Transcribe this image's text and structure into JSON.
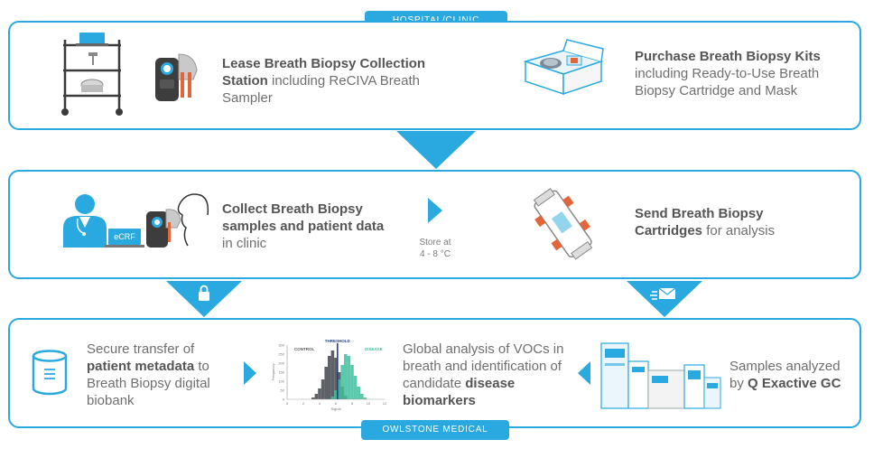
{
  "tags": {
    "top": "HOSPITAL/CLINIC",
    "bottom": "OWLSTONE MEDICAL"
  },
  "row1": {
    "left": {
      "bold": "Lease Breath Biopsy Collection Station",
      "rest": " including ReCIVA Breath Sampler"
    },
    "right": {
      "bold": "Purchase Breath Biopsy Kits",
      "rest": " including Ready-to-Use Breath Biopsy Cartridge and Mask"
    }
  },
  "row2": {
    "left": {
      "bold": "Collect Breath Biopsy samples and patient data",
      "rest": " in clinic",
      "ecrf_label": "eCRF"
    },
    "store": [
      "Store at",
      "4 - 8 °C"
    ],
    "right": {
      "bold": "Send Breath Biopsy Cartridges",
      "rest": " for analysis"
    }
  },
  "row3": {
    "item1": {
      "pre": "Secure transfer of ",
      "bold": "patient metadata",
      "post": " to Breath Biopsy digital biobank"
    },
    "item2": {
      "pre": "Global analysis of VOCs in breath and identification of candidate ",
      "bold": "disease biomarkers",
      "post": ""
    },
    "item3": {
      "pre": "Samples analyzed by ",
      "bold": "Q Exactive GC",
      "post": ""
    }
  },
  "chart_data": {
    "type": "histogram",
    "xlabel": "Signal",
    "ylabel": "Frequency",
    "x_ticks": [
      "0",
      "2",
      "4",
      "6",
      "8",
      "10",
      "12"
    ],
    "y_ticks": [
      "300",
      "250",
      "200",
      "150",
      "100",
      "50",
      "0"
    ],
    "labels": {
      "left": "CONTROL",
      "right": "DISEASE",
      "threshold": "THRESHOLD"
    },
    "series": [
      {
        "name": "CONTROL",
        "color": "#555a60",
        "x": [
          3.2,
          3.6,
          4.0,
          4.4,
          4.8,
          5.2,
          5.6,
          6.0,
          6.4,
          6.8,
          7.2
        ],
        "values": [
          10,
          30,
          60,
          110,
          180,
          240,
          270,
          230,
          150,
          70,
          20
        ]
      },
      {
        "name": "DISEASE",
        "color": "#3fbf9e",
        "x": [
          5.6,
          6.0,
          6.4,
          6.8,
          7.2,
          7.6,
          8.0,
          8.4,
          8.8,
          9.2,
          9.6
        ],
        "values": [
          15,
          50,
          110,
          190,
          250,
          240,
          190,
          130,
          70,
          30,
          10
        ]
      }
    ],
    "threshold": 6.2,
    "xlim": [
      0,
      12
    ],
    "ylim": [
      0,
      300
    ]
  },
  "colors": {
    "accent": "#2aa9e0",
    "text": "#6f6f6f"
  }
}
